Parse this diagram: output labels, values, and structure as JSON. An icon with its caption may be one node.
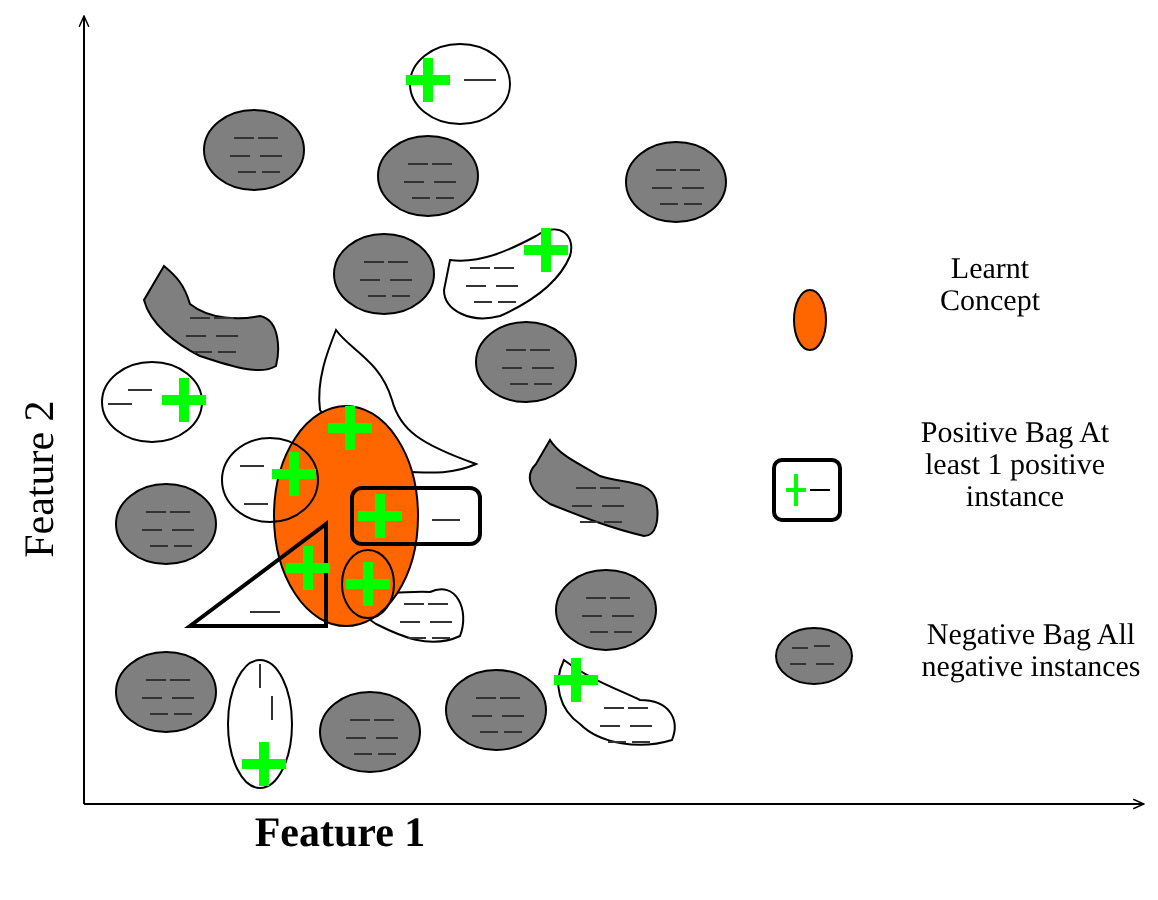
{
  "diagram": {
    "labels": [
      "Feature 2",
      "Feature 1"
    ],
    "legend": [
      {
        "text": "Learnt Concept",
        "color": "#ff6600"
      },
      {
        "text": "Positive Bag At least 1 positive instance"
      },
      {
        "text": "Negative Bag All negative instances"
      }
    ]
  }
}
